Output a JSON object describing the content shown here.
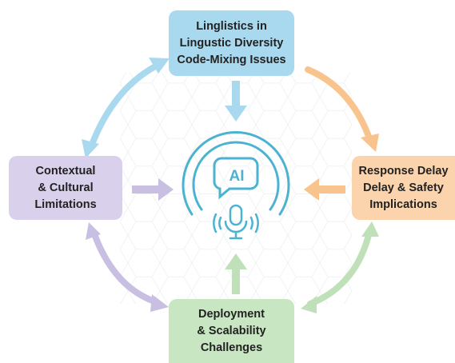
{
  "nodes": {
    "top": {
      "lines": [
        "Linglistics in",
        "Lingustic Diversity",
        "Code-Mixing Issues"
      ],
      "color": "#a9d9ef"
    },
    "left": {
      "lines": [
        "Contextual",
        "& Cultural",
        "Limitations"
      ],
      "color": "#d9d1ec"
    },
    "right": {
      "lines": [
        "Response Delay",
        "Delay & Safety",
        "Implications"
      ],
      "color": "#fbd4ad"
    },
    "bottom": {
      "lines": [
        "Deployment",
        "& Scalability",
        "Challenges"
      ],
      "color": "#c8e6c2"
    }
  },
  "center": {
    "label": "AI",
    "icons": [
      "ai-chat-bubble-icon",
      "microphone-icon",
      "sound-wave-icon"
    ],
    "color": "#4bb3d1"
  },
  "arrow_colors": {
    "blue": "#a9d9ef",
    "orange": "#f8c38d",
    "green": "#bfe0b8",
    "purple": "#c8bfe2"
  }
}
